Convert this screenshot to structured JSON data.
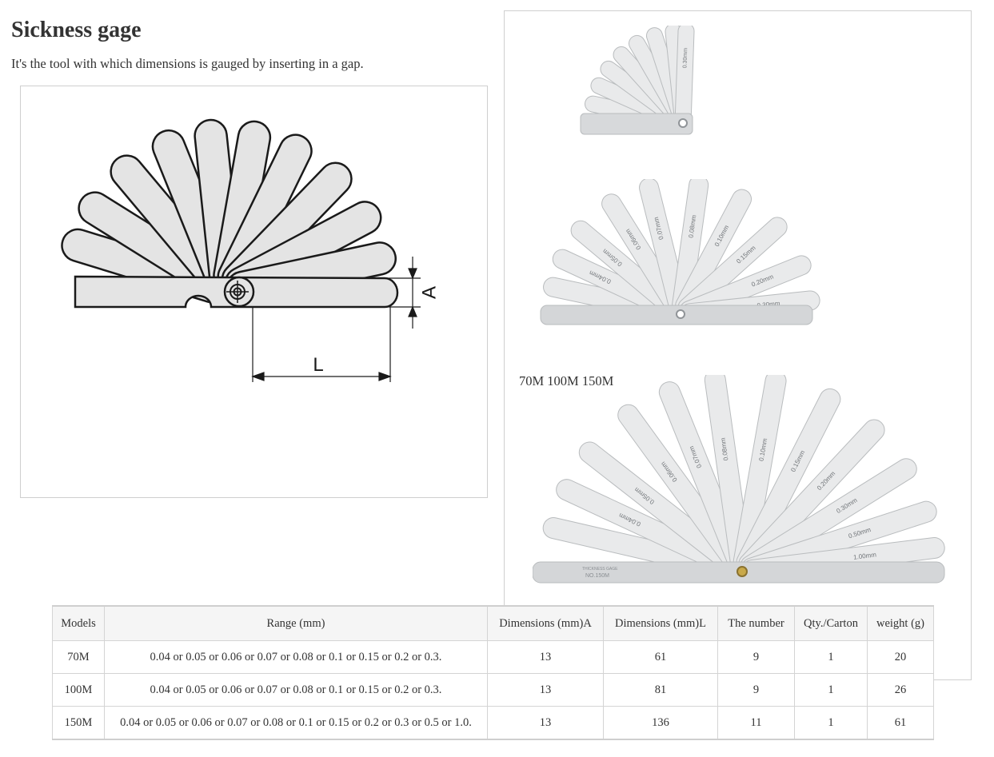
{
  "title": "Sickness gage",
  "description": "It's the tool with which dimensions is gauged by inserting in a gap.",
  "diagram": {
    "label_a": "A",
    "label_l": "L"
  },
  "photos": {
    "models_caption": "70M 100M 150M",
    "photo_70m_labels": [
      "0.30mm"
    ],
    "photo_100m_labels": [
      "0.04mm",
      "0.05mm",
      "0.06mm",
      "0.07mm",
      "0.08mm",
      "0.10mm",
      "0.15mm",
      "0.20mm",
      "0.30mm"
    ],
    "photo_150m_labels": [
      "0.04mm",
      "0.05mm",
      "0.06mm",
      "0.07mm",
      "0.08mm",
      "0.10mm",
      "0.15mm",
      "0.20mm",
      "0.30mm",
      "0.50mm",
      "1.00mm"
    ],
    "photo_150m_handle_text": [
      "THICKNESS GAGE",
      "NO.150M"
    ]
  },
  "table": {
    "headers": [
      "Models",
      "Range (mm)",
      "Dimensions (mm)A",
      "Dimensions (mm)L",
      "The number",
      "Qty./Carton",
      "weight (g)"
    ],
    "rows": [
      [
        "70M",
        "0.04 or 0.05 or 0.06 or 0.07 or 0.08 or 0.1 or 0.15 or 0.2 or 0.3.",
        "13",
        "61",
        "9",
        "1",
        "20"
      ],
      [
        "100M",
        "0.04 or 0.05 or 0.06 or 0.07 or 0.08 or 0.1 or 0.15 or 0.2 or 0.3.",
        "13",
        "81",
        "9",
        "1",
        "26"
      ],
      [
        "150M",
        "0.04 or 0.05 or 0.06 or 0.07 or 0.08 or 0.1 or 0.15 or 0.2 or 0.3 or 0.5 or 1.0.",
        "13",
        "136",
        "11",
        "1",
        "61"
      ]
    ]
  },
  "colors": {
    "blade_light": "#e4e4e4",
    "metal_light": "#e9eaeb",
    "metal_dark": "#b9bcbe",
    "outline": "#1a1a1a",
    "border": "#cfcfcf"
  }
}
